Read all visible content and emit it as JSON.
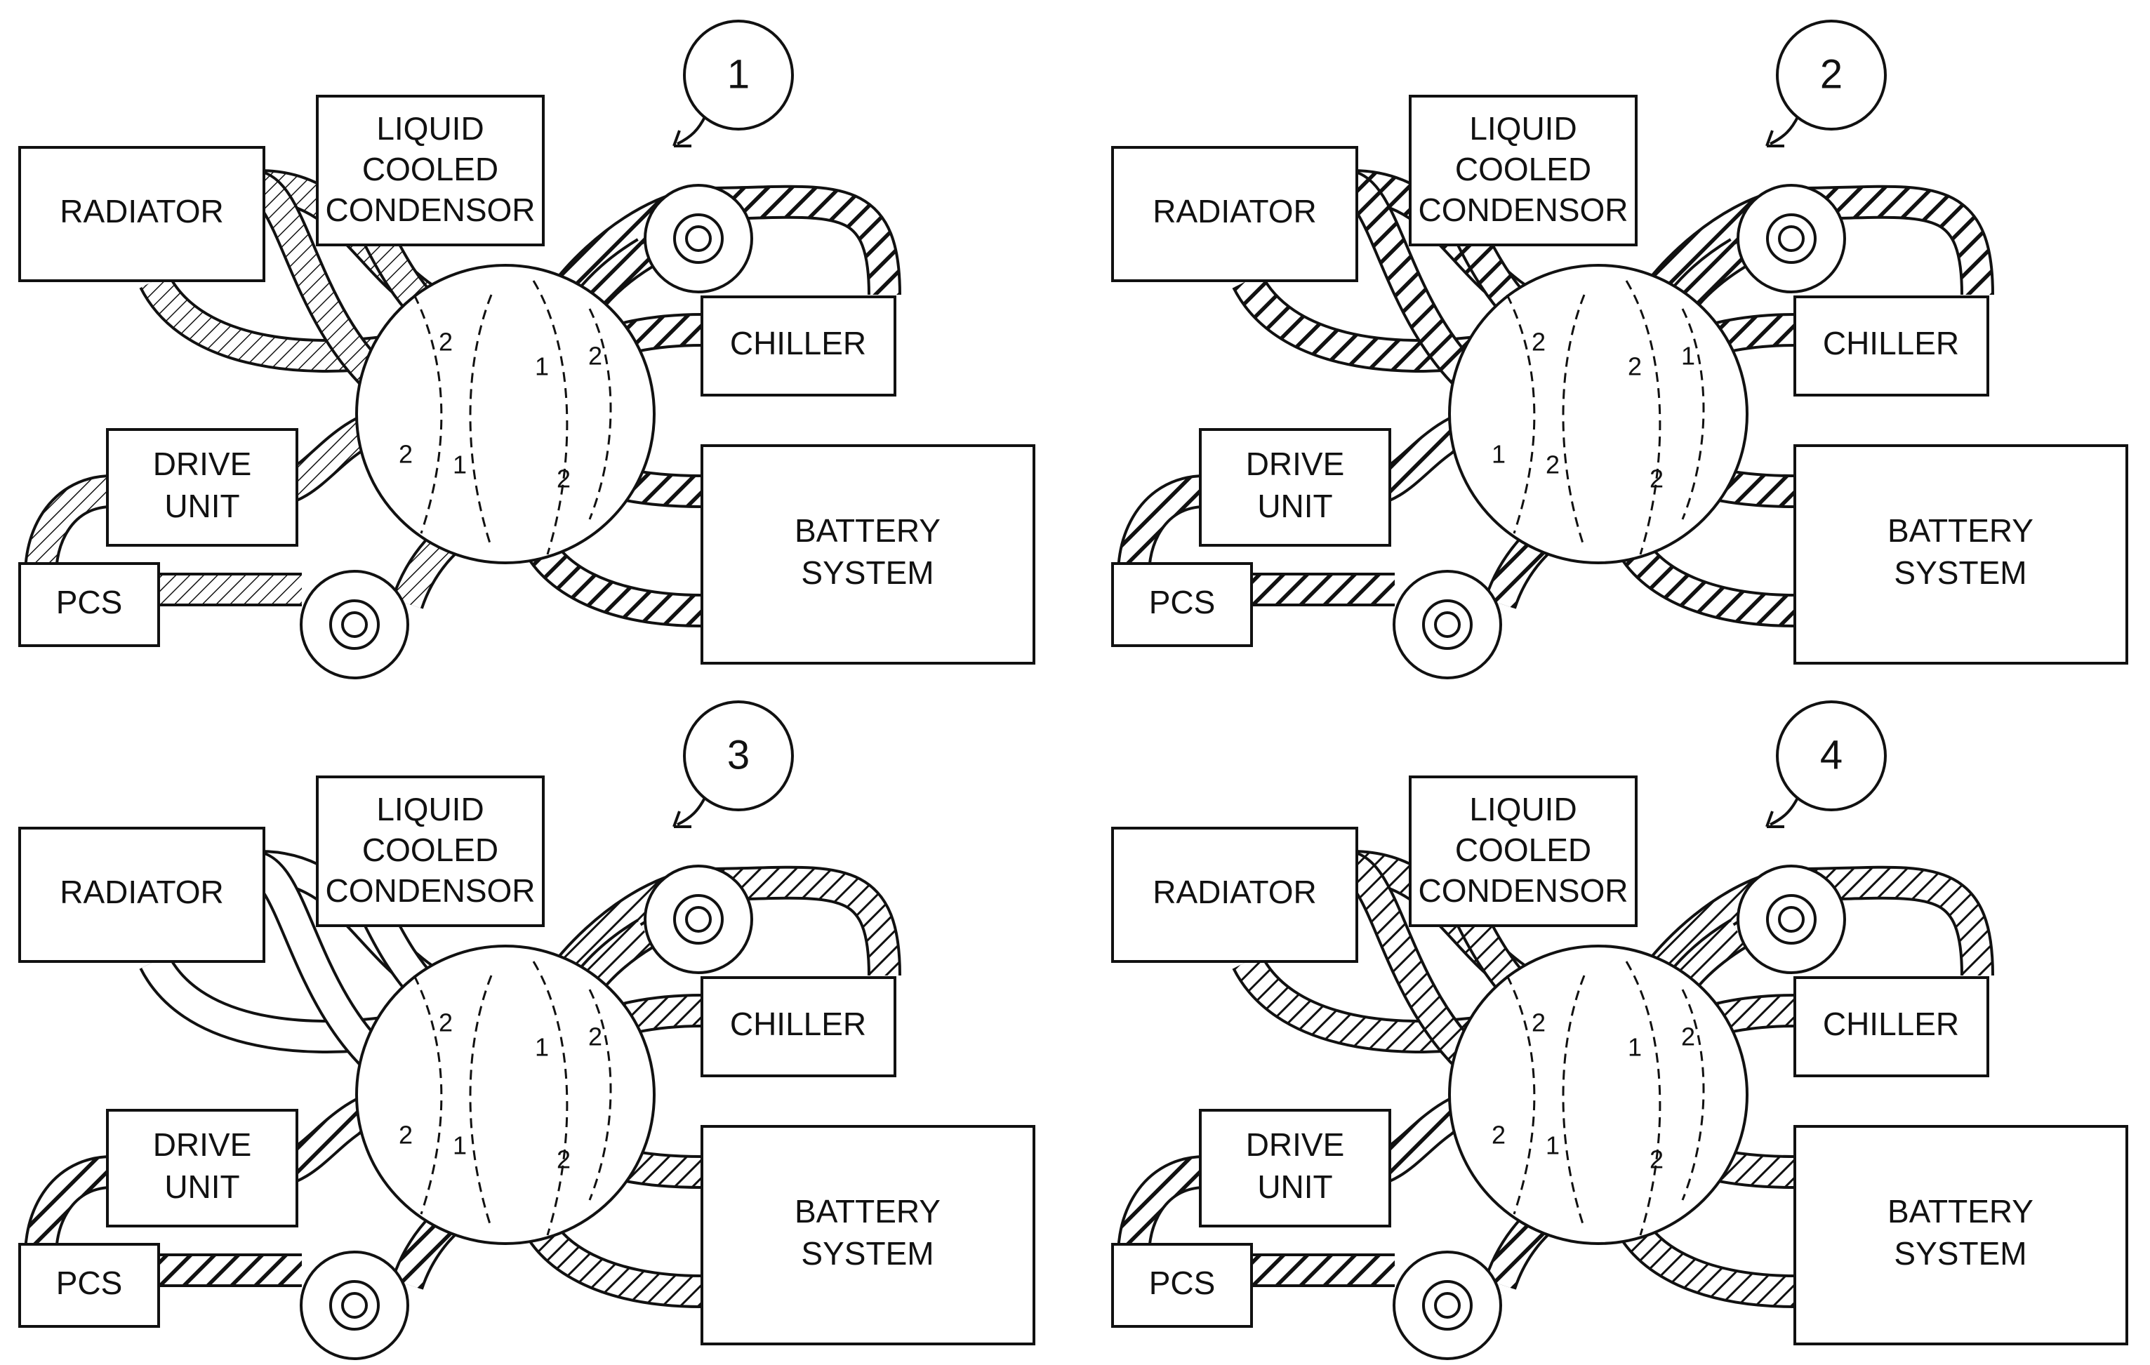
{
  "components": {
    "radiator": "RADIATOR",
    "condensor_line1": "LIQUID",
    "condensor_line2": "COOLED",
    "condensor_line3": "CONDENSOR",
    "chiller": "CHILLER",
    "drive_unit_line1": "DRIVE",
    "drive_unit_line2": "UNIT",
    "battery_line1": "BATTERY",
    "battery_line2": "SYSTEM",
    "pcs": "PCS"
  },
  "panels": [
    {
      "label": "1",
      "ports": [
        "2",
        "1",
        "2",
        "2",
        "1",
        "2"
      ]
    },
    {
      "label": "2",
      "ports": [
        "2",
        "2",
        "1",
        "1",
        "2",
        "2"
      ]
    },
    {
      "label": "3",
      "ports": [
        "2",
        "1",
        "2",
        "2",
        "1",
        "2"
      ]
    },
    {
      "label": "4",
      "ports": [
        "2",
        "1",
        "2",
        "2",
        "1",
        "2"
      ]
    }
  ],
  "colors": {
    "line": "#111111",
    "background": "#ffffff"
  }
}
